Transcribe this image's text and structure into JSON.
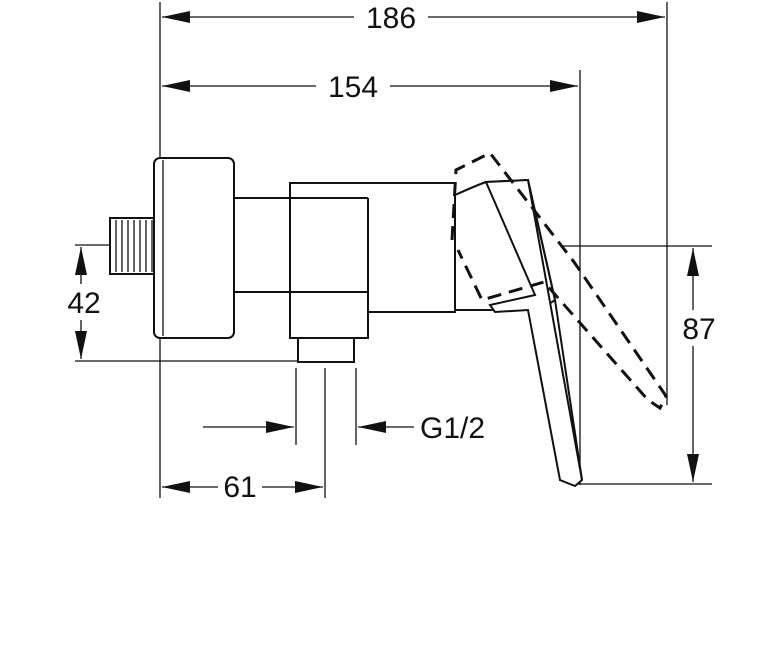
{
  "dimensions": {
    "overall_width": "186",
    "body_width": "154",
    "inlet_height": "42",
    "outlet_height": "87",
    "thread": "G1/2",
    "outlet_offset": "61"
  }
}
